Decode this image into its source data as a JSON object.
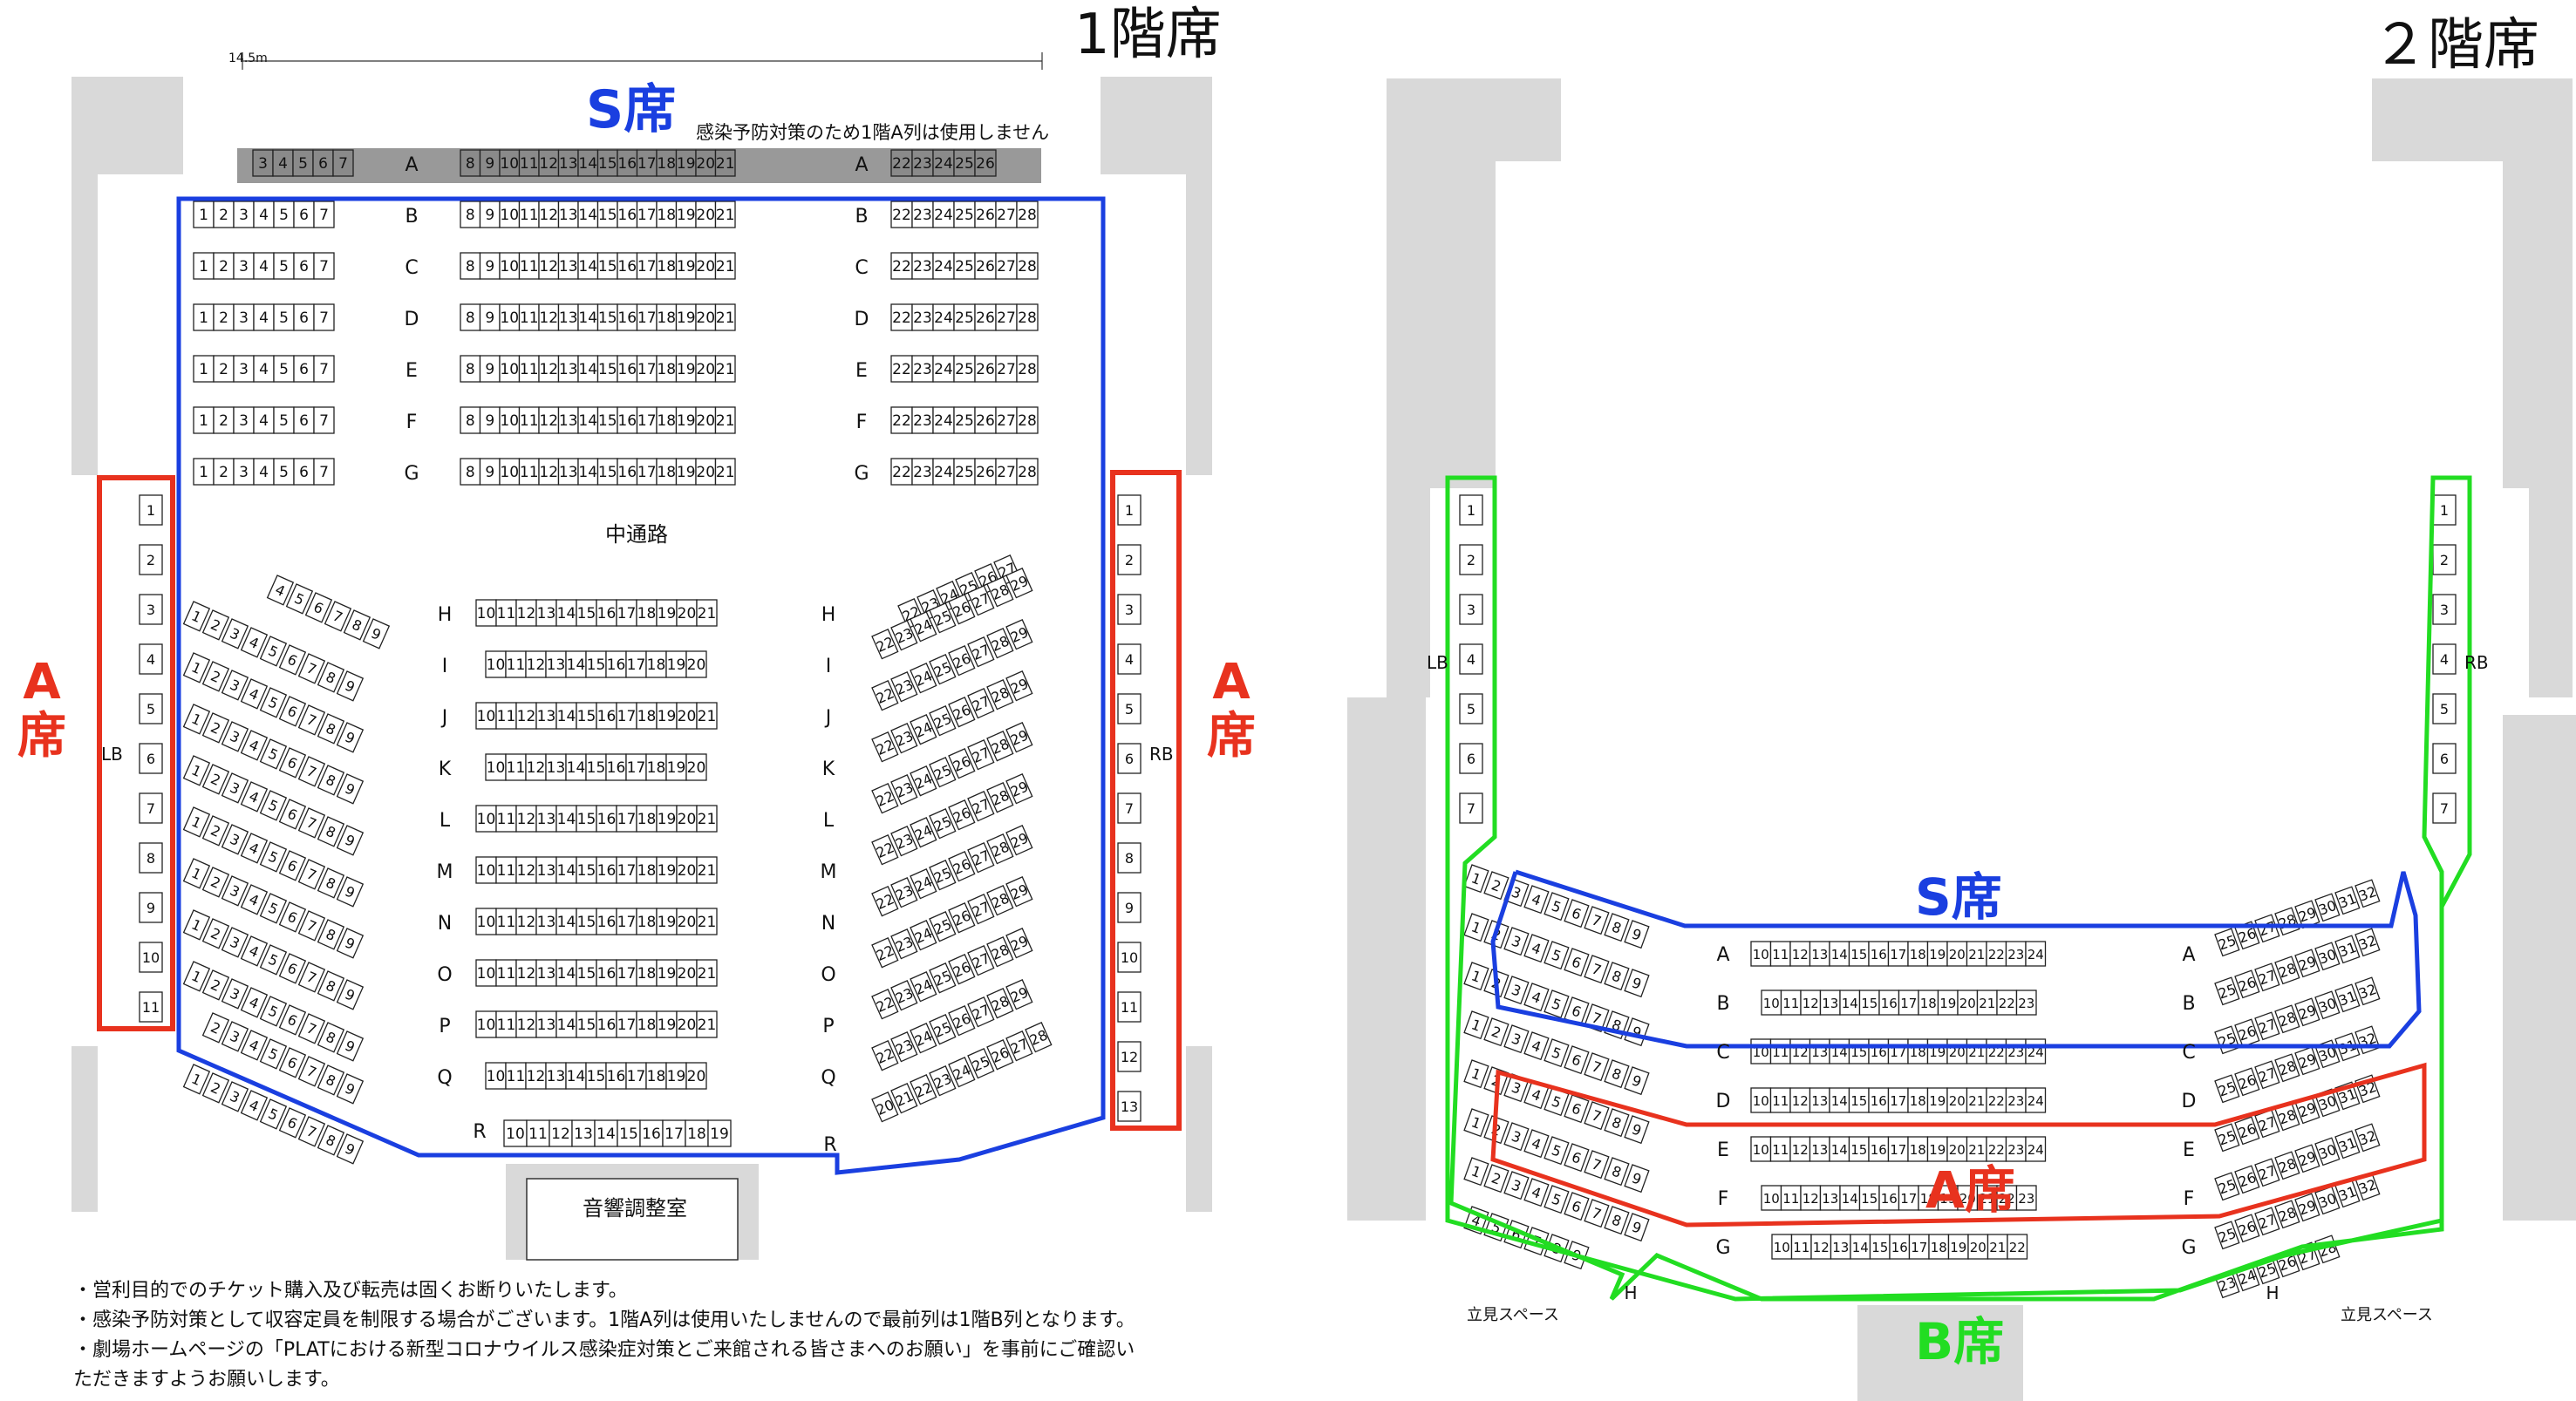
{
  "floor1": {
    "title": "1階席",
    "dimension": "14.5m",
    "notice": "感染予防対策のため1階A列は使用しません",
    "s_label": "S席",
    "a_label": "A\n席",
    "aisle_label": "中通路",
    "control_room": "音響調整室",
    "side_left_label": "LB",
    "side_right_label": "RB",
    "front_rows": [
      "A",
      "B",
      "C",
      "D",
      "E",
      "F",
      "G"
    ],
    "row_a_left": [
      3,
      4,
      5,
      6,
      7
    ],
    "row_a_center": [
      8,
      9,
      10,
      11,
      12,
      13,
      14,
      15,
      16,
      17,
      18,
      19,
      20,
      21
    ],
    "row_a_right": [
      22,
      23,
      24,
      25,
      26
    ],
    "front_left": [
      1,
      2,
      3,
      4,
      5,
      6,
      7
    ],
    "front_center": [
      8,
      9,
      10,
      11,
      12,
      13,
      14,
      15,
      16,
      17,
      18,
      19,
      20,
      21
    ],
    "front_right": [
      22,
      23,
      24,
      25,
      26,
      27,
      28
    ],
    "back_rows": [
      "H",
      "I",
      "J",
      "K",
      "L",
      "M",
      "N",
      "O",
      "P",
      "Q"
    ],
    "back_centers": [
      [
        10,
        11,
        12,
        13,
        14,
        15,
        16,
        17,
        18,
        19,
        20,
        21
      ],
      [
        10,
        11,
        12,
        13,
        14,
        15,
        16,
        17,
        18,
        19,
        20
      ],
      [
        10,
        11,
        12,
        13,
        14,
        15,
        16,
        17,
        18,
        19,
        20,
        21
      ],
      [
        10,
        11,
        12,
        13,
        14,
        15,
        16,
        17,
        18,
        19,
        20
      ],
      [
        10,
        11,
        12,
        13,
        14,
        15,
        16,
        17,
        18,
        19,
        20,
        21
      ],
      [
        10,
        11,
        12,
        13,
        14,
        15,
        16,
        17,
        18,
        19,
        20,
        21
      ],
      [
        10,
        11,
        12,
        13,
        14,
        15,
        16,
        17,
        18,
        19,
        20,
        21
      ],
      [
        10,
        11,
        12,
        13,
        14,
        15,
        16,
        17,
        18,
        19,
        20,
        21
      ],
      [
        10,
        11,
        12,
        13,
        14,
        15,
        16,
        17,
        18,
        19,
        20,
        21
      ],
      [
        10,
        11,
        12,
        13,
        14,
        15,
        16,
        17,
        18,
        19,
        20
      ]
    ],
    "row_r_label": "R",
    "row_r_center": [
      10,
      11,
      12,
      13,
      14,
      15,
      16,
      17,
      18,
      19
    ],
    "wing_left_top": [
      4,
      5,
      6,
      7,
      8,
      9
    ],
    "wing_left": [
      1,
      2,
      3,
      4,
      5,
      6,
      7,
      8,
      9
    ],
    "wing_right_top": [
      22,
      23,
      24,
      25,
      26,
      27
    ],
    "wing_right": [
      22,
      23,
      24,
      25,
      26,
      27,
      28,
      29
    ],
    "wing_right_last": [
      20,
      21,
      22,
      23,
      24,
      25,
      26,
      27,
      28
    ],
    "lb_seats": [
      1,
      2,
      3,
      4,
      5,
      6,
      7,
      8,
      9,
      10,
      11
    ],
    "rb_seats": [
      1,
      2,
      3,
      4,
      5,
      6,
      7,
      8,
      9,
      10,
      11,
      12,
      13
    ]
  },
  "floor2": {
    "title": "２階席",
    "s_label": "S席",
    "a_label": "A席",
    "b_label": "B席",
    "side_left_label": "LB",
    "side_right_label": "RB",
    "standing_left": "立見スペース",
    "standing_right": "立見スペース",
    "side_seats": [
      1,
      2,
      3,
      4,
      5,
      6,
      7
    ],
    "rows": [
      "A",
      "B",
      "C",
      "D",
      "E",
      "F",
      "G",
      "H"
    ],
    "centers": [
      [
        10,
        11,
        12,
        13,
        14,
        15,
        16,
        17,
        18,
        19,
        20,
        21,
        22,
        23,
        24
      ],
      [
        10,
        11,
        12,
        13,
        14,
        15,
        16,
        17,
        18,
        19,
        20,
        21,
        22,
        23
      ],
      [
        10,
        11,
        12,
        13,
        14,
        15,
        16,
        17,
        18,
        19,
        20,
        21,
        22,
        23,
        24
      ],
      [
        10,
        11,
        12,
        13,
        14,
        15,
        16,
        17,
        18,
        19,
        20,
        21,
        22,
        23,
        24
      ],
      [
        10,
        11,
        12,
        13,
        14,
        15,
        16,
        17,
        18,
        19,
        20,
        21,
        22,
        23,
        24
      ],
      [
        10,
        11,
        12,
        13,
        14,
        15,
        16,
        17,
        18,
        19,
        20,
        21,
        22,
        23
      ],
      [
        10,
        11,
        12,
        13,
        14,
        15,
        16,
        17,
        18,
        19,
        20,
        21,
        22
      ]
    ],
    "wing_left": [
      1,
      2,
      3,
      4,
      5,
      6,
      7,
      8,
      9
    ],
    "wing_right": [
      25,
      26,
      27,
      28,
      29,
      30,
      31,
      32
    ],
    "wing_left_last": [
      4,
      5,
      6,
      7,
      8,
      9
    ],
    "wing_right_last": [
      23,
      24,
      25,
      26,
      27,
      28
    ]
  },
  "notes": [
    "・営利目的でのチケット購入及び転売は固くお断りいたします。",
    "・感染予防対策として収容定員を制限する場合がございます。1階A列は使用いたしませんので最前列は1階B列となります。",
    "・劇場ホームページの「PLATにおける新型コロナウイルス感染症対策とご来館される皆さまへのお願い」を事前にご確認い",
    "ただきますようお願いします。"
  ],
  "colors": {
    "s_zone": "#1a3fe0",
    "a_zone": "#e8321e",
    "b_zone": "#22dd22",
    "wall": "#d9d9d9",
    "unused_row": "#999999"
  }
}
